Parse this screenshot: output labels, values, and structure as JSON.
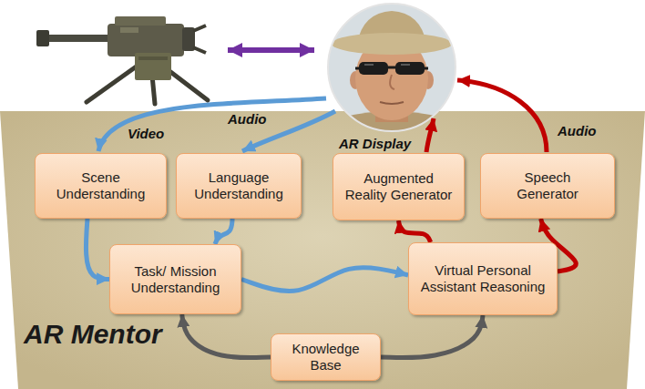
{
  "diagram": {
    "nodes": [
      {
        "text": [
          "Scene Understanding"
        ]
      },
      {
        "text": [
          "Language Understanding"
        ]
      },
      {
        "text": [
          "Augmented Reality Generator"
        ]
      },
      {
        "text": [
          "Speech Generator"
        ]
      },
      {
        "text": [
          "Task/ Mission Understanding"
        ]
      },
      {
        "text": [
          "Virtual Personal Assistant Reasoning"
        ]
      },
      {
        "text": [
          "Knowledge Base"
        ]
      }
    ],
    "edges": [
      {
        "from": 0,
        "to": 4,
        "arrow": "to"
      },
      {
        "from": 1,
        "to": 4,
        "arrow": "to"
      },
      {
        "from": 4,
        "to": 5,
        "arrow": "to"
      },
      {
        "from": 5,
        "to": 2,
        "arrow": "to"
      },
      {
        "from": 5,
        "to": 3,
        "arrow": "to"
      },
      {
        "from": 6,
        "to": 4,
        "arrow": "to"
      },
      {
        "from": 6,
        "to": 5,
        "arrow": "to"
      }
    ],
    "labels": [
      "Video",
      "Audio",
      "AR Display",
      "Audio",
      "AR Mentor"
    ]
  }
}
